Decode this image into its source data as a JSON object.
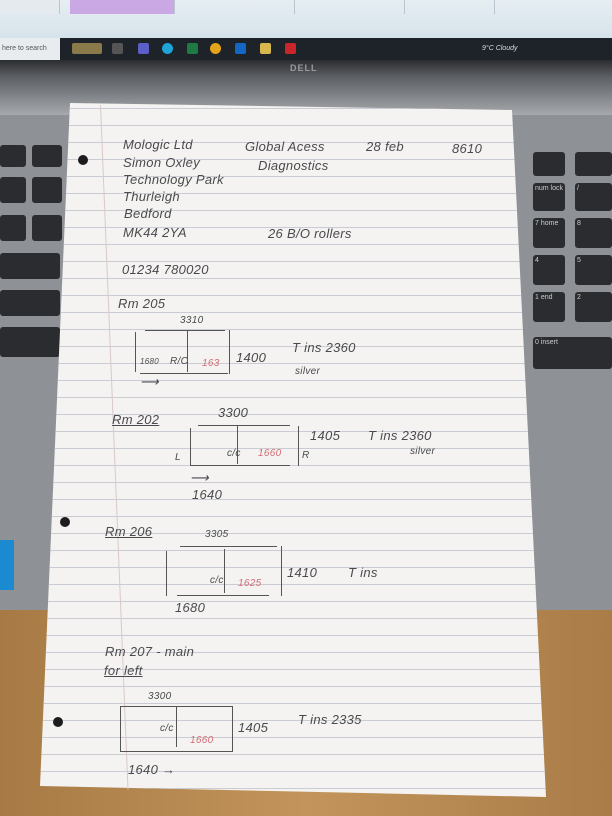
{
  "taskbar": {
    "search_text": "here to search",
    "weather": "9°C Cloudy"
  },
  "laptop": {
    "brand": "DELL"
  },
  "keyboard": {
    "keys": [
      "num lock",
      "/",
      "7 home",
      "8",
      "4",
      "5",
      "1 end",
      "2",
      "0 insert"
    ]
  },
  "notes": {
    "header": {
      "company": "Mologic Ltd",
      "project": "Global Acess",
      "date": "28 feb",
      "ref": "8610",
      "contact": "Simon Oxley",
      "division": "Diagnostics",
      "address": [
        "Technology Park",
        "Thurleigh",
        "Bedford",
        "MK44 2YA"
      ],
      "rollers": "26 B/O rollers",
      "phone": "01234 780020"
    },
    "rooms": [
      {
        "name": "Rm 205",
        "width": "3310",
        "height": "1400",
        "left_width": "1680",
        "control": "R/C",
        "right_width": "163",
        "spec": "T ins 2360",
        "colour": "silver"
      },
      {
        "name": "Rm 202",
        "width": "3300",
        "height": "1405",
        "left_mark": "L",
        "control": "c/c",
        "right_width": "1660",
        "right_mark": "R",
        "spec": "T ins 2360",
        "colour": "silver",
        "left_width": "1640"
      },
      {
        "name": "Rm 206",
        "width": "3305",
        "height": "1410",
        "control": "c/c",
        "right_width": "1625",
        "spec": "T ins",
        "left_width": "1680"
      },
      {
        "name": "Rm 207 - main",
        "note": "for left",
        "width": "3300",
        "height": "1405",
        "control": "c/c",
        "right_width": "1660",
        "spec": "T ins 2335",
        "left_width": "1640 →"
      }
    ]
  }
}
